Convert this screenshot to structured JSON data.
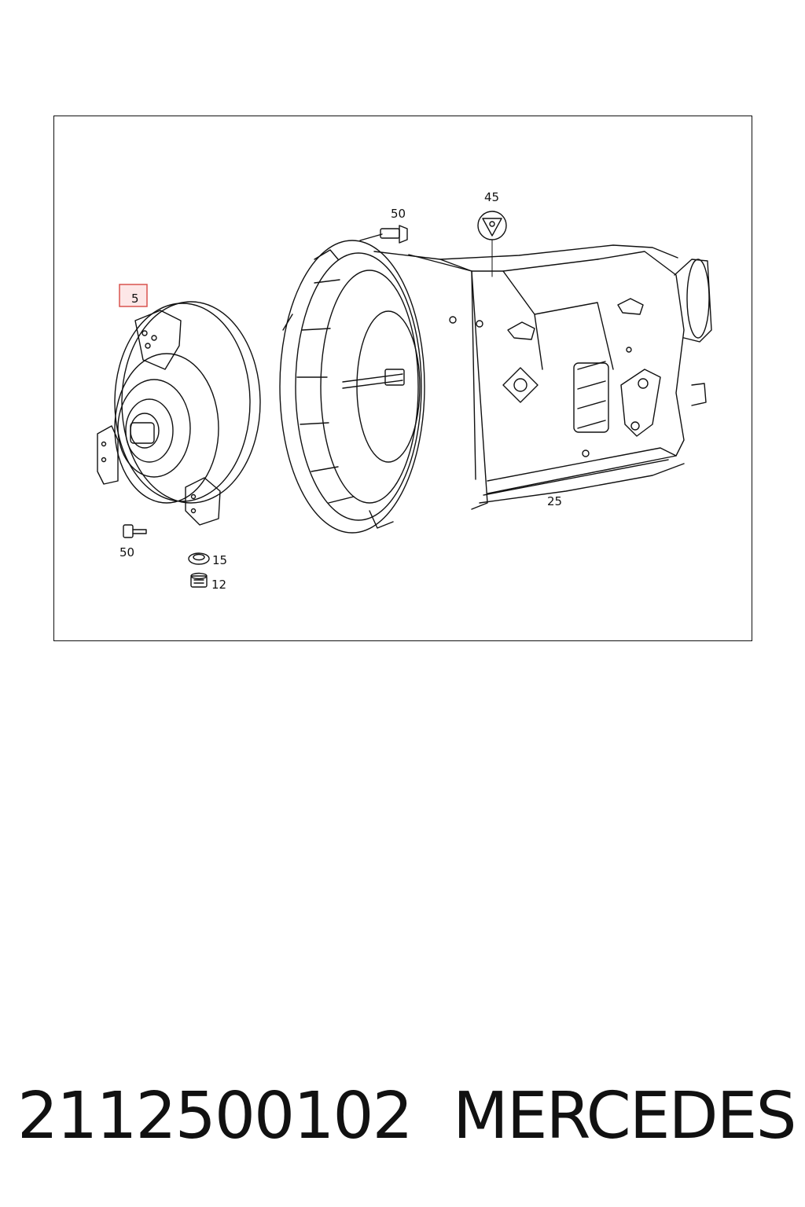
{
  "diagram": {
    "callouts": {
      "c5": "5",
      "c45": "45",
      "c50_top": "50",
      "c50_bottom": "50",
      "c15": "15",
      "c12": "12",
      "c25": "25"
    },
    "highlight_color": "#d9534f",
    "highlight_fill": "#fde7e7"
  },
  "footer": {
    "part_number": "2112500102",
    "brand": "MERCEDES"
  }
}
